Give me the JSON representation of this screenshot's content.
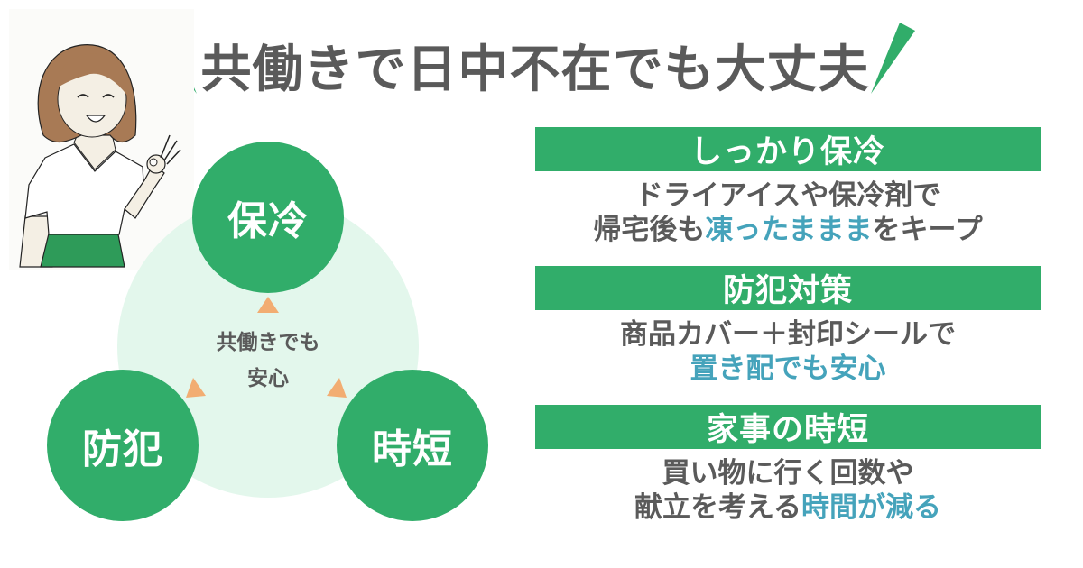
{
  "header": {
    "title": "共働きで日中不在でも大丈夫"
  },
  "illustration": {
    "subject": "smiling woman making OK hand sign",
    "skirt_color": "#2e9b59",
    "hair_color": "#a87a55"
  },
  "diagram": {
    "center_line1": "共働きでも",
    "center_line2": "安心",
    "circles": [
      {
        "label": "保冷",
        "position": "top"
      },
      {
        "label": "防犯",
        "position": "bottom-left"
      },
      {
        "label": "時短",
        "position": "bottom-right"
      }
    ],
    "icons": {
      "arrows": "triangle-arrow-icon"
    }
  },
  "features": [
    {
      "heading": "しっかり保冷",
      "line1": "ドライアイスや保冷剤で",
      "line2_pre": "帰宅後も",
      "line2_highlight": "凍ったままま",
      "line2_post": "をキープ"
    },
    {
      "heading": "防犯対策",
      "line1": "商品カバー＋封印シールで",
      "line2_pre": "",
      "line2_highlight": "置き配でも安心",
      "line2_post": ""
    },
    {
      "heading": "家事の時短",
      "line1": "買い物に行く回数や",
      "line2_pre": "献立を考える",
      "line2_highlight": "時間が減る",
      "line2_post": ""
    }
  ],
  "colors": {
    "accent_green": "#31ad6a",
    "pale_green": "#e3f7ec",
    "highlight_blue": "#45a3bb",
    "text_gray": "#5a5a5a",
    "arrow_orange": "#f2ad72"
  }
}
